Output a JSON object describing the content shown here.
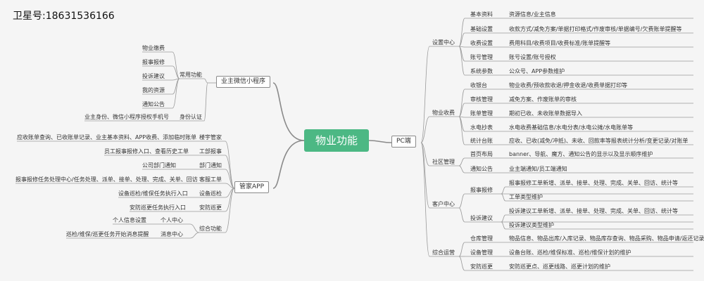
{
  "watermark": "卫星号:18631536166",
  "center": "物业功能",
  "left": {
    "wechat": {
      "label": "业主微信小程序",
      "groups": [
        {
          "label": "常用功能",
          "items": [
            "物业缴费",
            "报事报修",
            "投诉建议",
            "我的资源",
            "通知公告"
          ]
        },
        {
          "label": "身份认证",
          "items": [
            "业主身份、微信小程序授权手机号"
          ]
        }
      ]
    },
    "app": {
      "label": "管家APP",
      "groups": [
        {
          "label": "楼宇管家",
          "items": [
            "应收账单查询、已收账单记录、业主基本资料、APP收费、添加临时账单"
          ]
        },
        {
          "label": "工部报事",
          "items": [
            "员工报事报修入口、查看历史工单"
          ]
        },
        {
          "label": "部门通知",
          "items": [
            "公司部门通知"
          ]
        },
        {
          "label": "客服工单",
          "items": [
            "报事报修任务处理中心/任务处理、派单、接单、处理、完成、关单、回访"
          ]
        },
        {
          "label": "设备巡检",
          "items": [
            "设备巡检/维保任务执行入口"
          ]
        },
        {
          "label": "安防巡更",
          "items": [
            "安防巡更任务执行入口"
          ]
        },
        {
          "label": "综合功能",
          "items": [],
          "children": [
            {
              "label": "个人中心",
              "items": [
                "个人信息设置"
              ]
            },
            {
              "label": "消息中心",
              "items": [
                "巡检/维保/巡更任务开始消息提醒"
              ]
            }
          ]
        }
      ]
    }
  },
  "right": {
    "label": "PC端",
    "sections": [
      {
        "label": "设置中心",
        "rows": [
          {
            "label": "基本资料",
            "items": [
              "资源信息/业主信息"
            ]
          },
          {
            "label": "基础设置",
            "items": [
              "收款方式/减免方案/单据打印格式/作废审核/单据编号/欠费账单提醒等"
            ]
          },
          {
            "label": "收费设置",
            "items": [
              "费用科目/收费项目/收费标准/账单提醒等"
            ]
          },
          {
            "label": "账号管理",
            "items": [
              "账号设置/账号授权"
            ]
          },
          {
            "label": "系统参数",
            "items": [
              "公众号、APP参数维护"
            ]
          }
        ]
      },
      {
        "label": "物业收费",
        "rows": [
          {
            "label": "收银台",
            "items": [
              "物业收费/预收款收退/押金收退/收费单据打印等"
            ]
          },
          {
            "label": "审核管理",
            "items": [
              "减免方案、作废账单的审核"
            ]
          },
          {
            "label": "账单管理",
            "items": [
              "期初已收、未收账单数据导入"
            ]
          },
          {
            "label": "水电抄表",
            "items": [
              "水电收费基础信息/水电分表/水电公摊/水电账单等"
            ]
          },
          {
            "label": "统计台账",
            "items": [
              "应收、已收(减免/冲抵)、未收、回款率等报表统计分析/变更记录/对账单"
            ]
          }
        ]
      },
      {
        "label": "社区管理",
        "rows": [
          {
            "label": "首页布局",
            "items": [
              "banner、导航、魔方、通知公告的显示以及显示顺序维护"
            ]
          },
          {
            "label": "通知公告",
            "items": [
              "业主端通知/员工端通知"
            ]
          }
        ]
      },
      {
        "label": "客户中心",
        "rows": [
          {
            "label": "报事报修",
            "items": [
              "报事报修工单新增、派单、接单、处理、完成、关单、回访、统计等",
              "工单类型维护"
            ]
          },
          {
            "label": "投诉建议",
            "items": [
              "投诉建议工单新增、派单、接单、处理、完成、关单、回访、统计等",
              "投诉建议类型维护"
            ]
          }
        ]
      },
      {
        "label": "综合运营",
        "rows": [
          {
            "label": "仓库管理",
            "items": [
              "物品信息、物品出库/入库记录、物品库存查询、物品采购、物品申请/返还记录"
            ]
          },
          {
            "label": "设备管理",
            "items": [
              "设备台账、巡检/维保标准、巡检/维保计划的维护"
            ]
          },
          {
            "label": "安防巡更",
            "items": [
              "安防巡更点、巡更线路、巡更计划的维护"
            ]
          }
        ]
      }
    ]
  }
}
